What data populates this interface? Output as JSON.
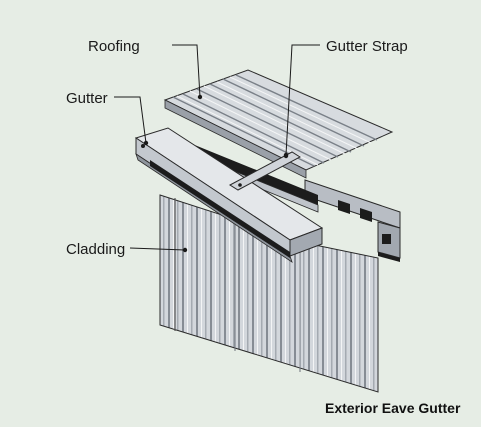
{
  "diagram": {
    "title": "Exterior Eave Gutter",
    "labels": {
      "roofing": "Roofing",
      "gutter_strap": "Gutter Strap",
      "gutter": "Gutter",
      "cladding": "Cladding"
    }
  },
  "colors": {
    "background": "#e6ede5",
    "metal": "#cfd3d8",
    "metal_dark": "#8e949c",
    "outline": "#2a2a2a",
    "seal": "#1c1c1c",
    "label_text": "#1a1a1a"
  }
}
